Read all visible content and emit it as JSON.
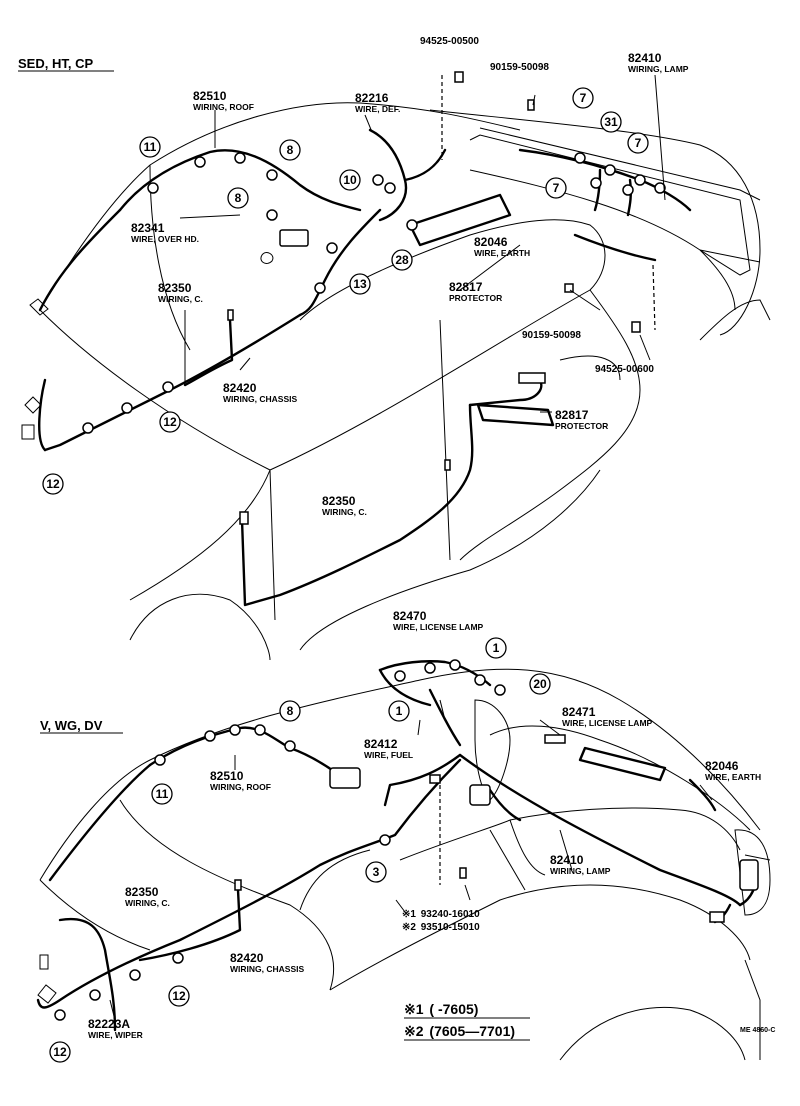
{
  "diagram": {
    "top": {
      "section_label": "SED, HT, CP",
      "parts": [
        {
          "number": "82510",
          "desc": "WIRING, ROOF"
        },
        {
          "number": "82216",
          "desc": "WIRE, DEF."
        },
        {
          "number": "94525-00500",
          "desc": ""
        },
        {
          "number": "90159-50098",
          "desc": ""
        },
        {
          "number": "82410",
          "desc": "WIRING, LAMP"
        },
        {
          "number": "82341",
          "desc": "WIRE, OVER HD."
        },
        {
          "number": "82046",
          "desc": "WIRE, EARTH"
        },
        {
          "number": "82817",
          "desc": "PROTECTOR"
        },
        {
          "number": "82350",
          "desc": "WIRING, C."
        },
        {
          "number": "90159-50098",
          "desc": ""
        },
        {
          "number": "94525-00600",
          "desc": ""
        },
        {
          "number": "82420",
          "desc": "WIRING, CHASSIS"
        },
        {
          "number": "82817",
          "desc": "PROTECTOR"
        },
        {
          "number": "82350",
          "desc": "WIRING, C."
        }
      ],
      "callouts": [
        "11",
        "8",
        "8",
        "10",
        "28",
        "13",
        "12",
        "12",
        "7",
        "31",
        "7",
        "7"
      ]
    },
    "bottom": {
      "section_label": "V, WG, DV",
      "parts": [
        {
          "number": "82470",
          "desc": "WIRE, LICENSE LAMP"
        },
        {
          "number": "82471",
          "desc": "WIRE, LICENSE LAMP"
        },
        {
          "number": "82510",
          "desc": "WIRING, ROOF"
        },
        {
          "number": "82412",
          "desc": "WIRE, FUEL"
        },
        {
          "number": "82046",
          "desc": "WIRE, EARTH"
        },
        {
          "number": "82350",
          "desc": "WIRING, C."
        },
        {
          "number": "82410",
          "desc": "WIRING, LAMP"
        },
        {
          "number": "82420",
          "desc": "WIRING, CHASSIS"
        },
        {
          "number": "82223A",
          "desc": "WIRE, WIPER"
        }
      ],
      "callouts": [
        "1",
        "1",
        "20",
        "8",
        "11",
        "3",
        "12",
        "12"
      ],
      "notes": [
        {
          "marker": "※1",
          "part": "93240-16010"
        },
        {
          "marker": "※2",
          "part": "93510-15010"
        }
      ]
    },
    "footnotes": [
      {
        "marker": "※1",
        "range": "(      -7605)"
      },
      {
        "marker": "※2",
        "range": "(7605—7701)"
      }
    ],
    "code": "ME 4860-C"
  }
}
